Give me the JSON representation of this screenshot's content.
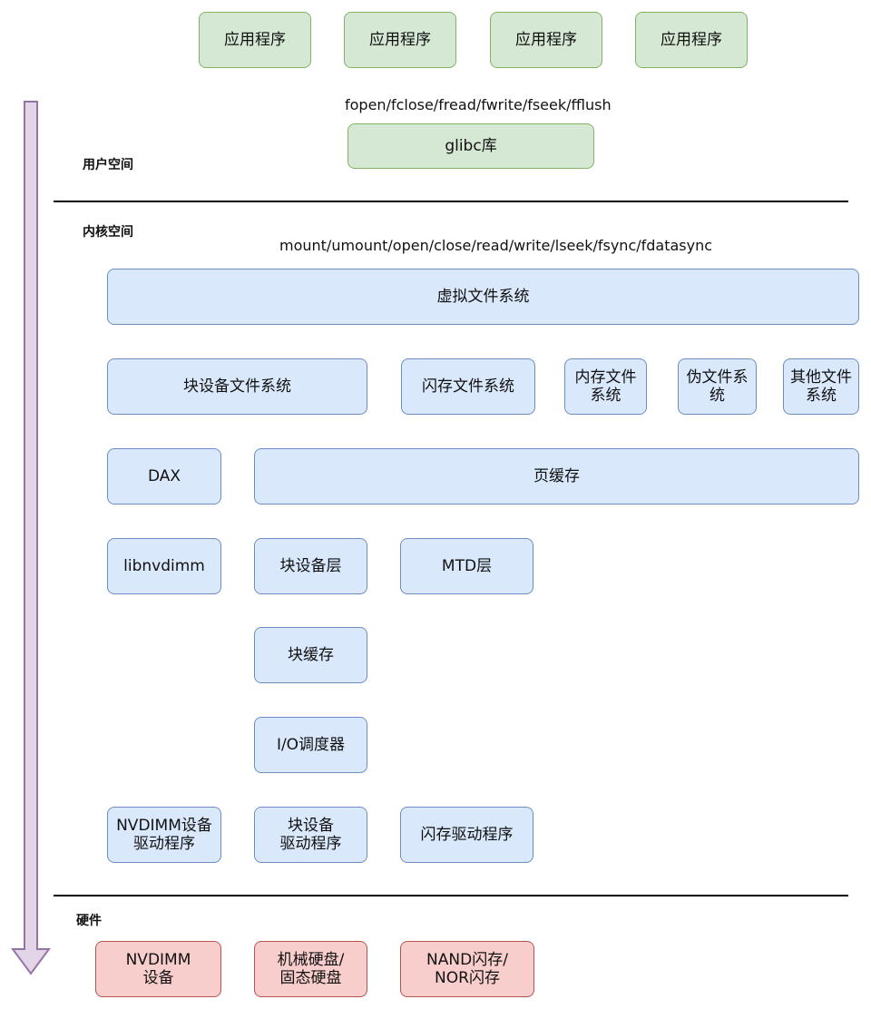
{
  "apps": [
    "应用程序",
    "应用程序",
    "应用程序",
    "应用程序"
  ],
  "user_space": {
    "section": "用户空间",
    "libc_calls": "fopen/fclose/fread/fwrite/fseek/fflush",
    "glibc": "glibc库"
  },
  "kernel_space": {
    "section": "内核空间",
    "syscalls": "mount/umount/open/close/read/write/lseek/fsync/fdatasync",
    "vfs": "虚拟文件系统",
    "block_fs": "块设备文件系统",
    "flash_fs": "闪存文件系统",
    "mem_fs": "内存文件\n系统",
    "pseudo_fs": "伪文件系\n统",
    "other_fs": "其他文件\n系统",
    "dax": "DAX",
    "page_cache": "页缓存",
    "libnvdimm": "libnvdimm",
    "block_layer": "块设备层",
    "mtd_layer": "MTD层",
    "block_cache": "块缓存",
    "io_scheduler": "I/O调度器",
    "nvdimm_driver": "NVDIMM设备\n驱动程序",
    "block_driver": "块设备\n驱动程序",
    "flash_driver": "闪存驱动程序"
  },
  "hardware": {
    "section": "硬件",
    "nvdimm_device": "NVDIMM\n设备",
    "disk": "机械硬盘/\n固态硬盘",
    "flash": "NAND闪存/\nNOR闪存"
  },
  "colors": {
    "app_fill": "#d5e8d4",
    "app_stroke": "#82b366",
    "kernel_fill": "#dae8fc",
    "kernel_stroke": "#6c8ebf",
    "hw_fill": "#f8cecc",
    "hw_stroke": "#b85450",
    "arrow_fill": "#e1d5e7",
    "arrow_stroke": "#9673a6"
  }
}
